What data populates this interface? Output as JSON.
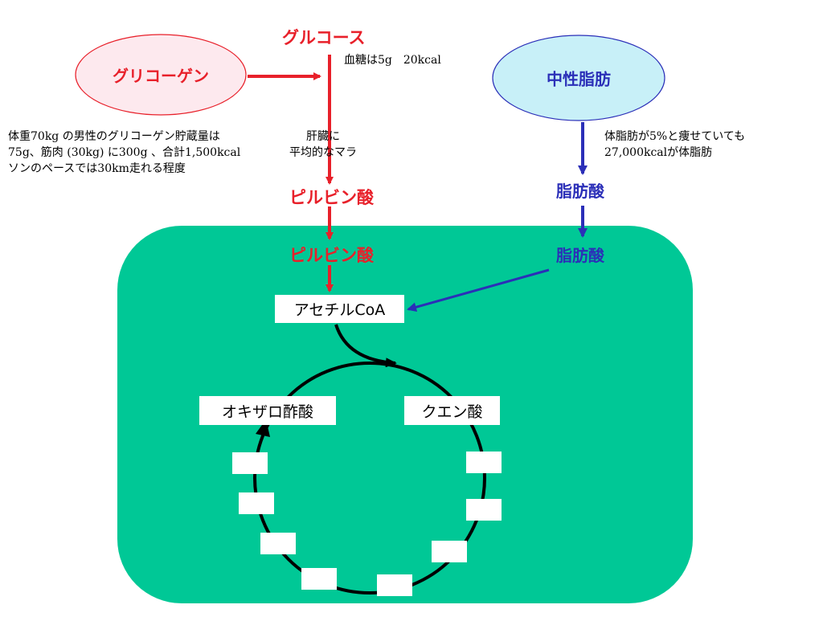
{
  "labels": {
    "glucose": "グルコース",
    "glycogen": "グリコーゲン",
    "neutral_fat": "中性脂肪",
    "pyruvate_top": "ピルビン酸",
    "pyruvate_inner": "ピルビン酸",
    "fatty_acid_top": "脂肪酸",
    "fatty_acid_inner": "脂肪酸",
    "acetyl_coa": "アセチルCoA",
    "oxaloacetate": "オキザロ酢酸",
    "citrate": "クエン酸"
  },
  "notes": {
    "blood_sugar": "血糖は5g　20kcal",
    "liver_line1": "肝臓に",
    "liver_line2": "平均的なマラ",
    "glycogen_line1": "体重70kg の男性のグリコーゲン貯蔵量は",
    "glycogen_line2": "75g、筋肉 (30kg) に300g 、合計1,500kcal",
    "glycogen_line3": "ソンのペースでは30km走れる程度",
    "fat_line1": "体脂肪が5%と痩せていても",
    "fat_line2": "27,000kcalが体脂肪"
  },
  "colors": {
    "mitochondria": "#00c896",
    "red_arrow": "#e8202a",
    "blue_arrow": "#2b2fb8",
    "glycogen_fill": "#fde9ee",
    "neutral_fat_fill": "#c8f0f8"
  }
}
